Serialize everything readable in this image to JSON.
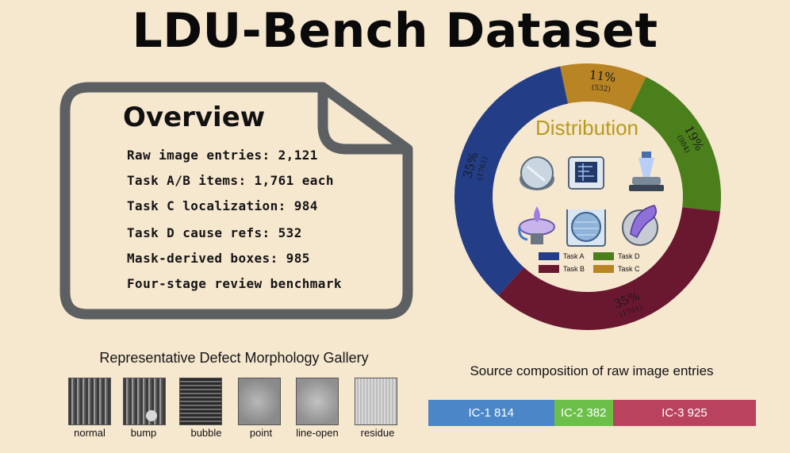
{
  "title": "LDU-Bench Dataset",
  "overview": {
    "heading": "Overview",
    "lines": [
      "Raw image entries: 2,121",
      "Task A/B items: 1,761 each",
      "Task C localization: 984",
      "Task D cause refs: 532",
      "Mask-derived boxes: 985",
      "Four-stage review benchmark"
    ]
  },
  "distribution": {
    "title": "Distribution",
    "segments": [
      {
        "task": "Task A",
        "percent": "35%",
        "count": "(1761)",
        "value": 1761,
        "color": "#233d86"
      },
      {
        "task": "Task B",
        "percent": "35%",
        "count": "(1761)",
        "value": 1761,
        "color": "#6a1730"
      },
      {
        "task": "Task D",
        "percent": "19%",
        "count": "(984)",
        "value": 984,
        "color": "#4a7f1c"
      },
      {
        "task": "Task C",
        "percent": "11%",
        "count": "(532)",
        "value": 532,
        "color": "#b88424"
      }
    ],
    "legend": [
      "Task A",
      "Task D",
      "Task B",
      "Task C"
    ],
    "icons": [
      "wafer-disc-icon",
      "chip-die-icon",
      "inspection-tool-icon",
      "droplet-spinner-icon",
      "wafer-bath-icon",
      "wafer-handler-icon"
    ]
  },
  "gallery": {
    "title": "Representative Defect Morphology Gallery",
    "items": [
      "normal",
      "bump",
      "bubble",
      "point",
      "line-open",
      "residue"
    ]
  },
  "source": {
    "title": "Source composition of raw image entries",
    "segments": [
      {
        "label": "IC-1 814",
        "value": 814,
        "color": "#4a86c8"
      },
      {
        "label": "IC-2 382",
        "value": 382,
        "color": "#6cc04a"
      },
      {
        "label": "IC-3 925",
        "value": 925,
        "color": "#b9435f"
      }
    ]
  }
}
